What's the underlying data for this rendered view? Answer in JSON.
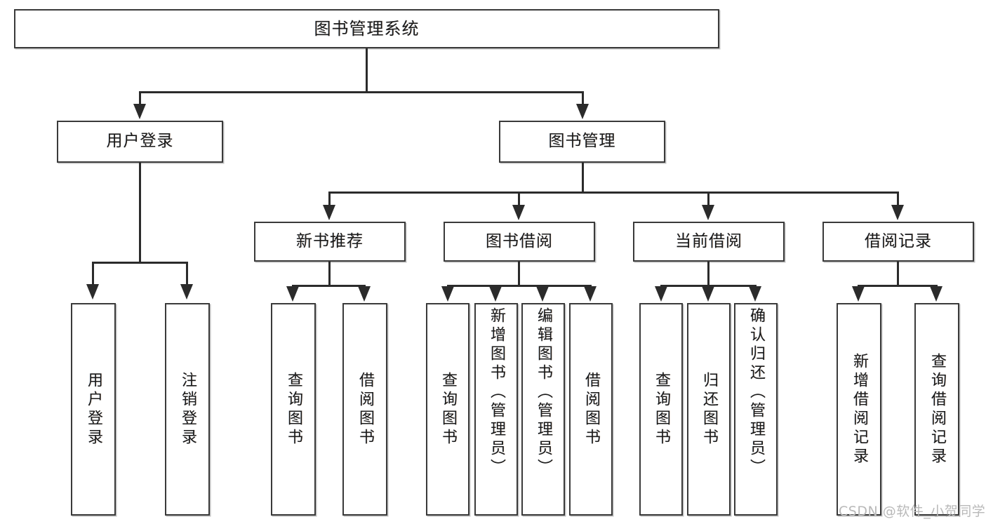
{
  "diagram": {
    "title": "图书管理系统",
    "watermark": "CSDN @软件_小贺同学",
    "root": {
      "label": "图书管理系统"
    },
    "level2": [
      {
        "label": "用户登录"
      },
      {
        "label": "图书管理"
      }
    ],
    "level3": [
      {
        "label": "新书推荐"
      },
      {
        "label": "图书借阅"
      },
      {
        "label": "当前借阅"
      },
      {
        "label": "借阅记录"
      }
    ],
    "leaves": {
      "user_login": [
        {
          "label": "用户登录"
        },
        {
          "label": "注销登录"
        }
      ],
      "new_book_recommend": [
        {
          "label": "查询图书"
        },
        {
          "label": "借阅图书"
        }
      ],
      "book_borrow": [
        {
          "label": "查询图书"
        },
        {
          "label": "新增图书（管理员）"
        },
        {
          "label": "编辑图书（管理员）"
        },
        {
          "label": "借阅图书"
        }
      ],
      "current_borrow": [
        {
          "label": "查询图书"
        },
        {
          "label": "归还图书"
        },
        {
          "label": "确认归还（管理员）"
        }
      ],
      "borrow_record": [
        {
          "label": "新增借阅记录"
        },
        {
          "label": "查询借阅记录"
        }
      ]
    },
    "colors": {
      "box_border": "#3a3a3a",
      "connector": "#2b2b2b",
      "text": "#1a1a1a",
      "background": "#ffffff",
      "watermark": "#b9b9b9"
    }
  }
}
